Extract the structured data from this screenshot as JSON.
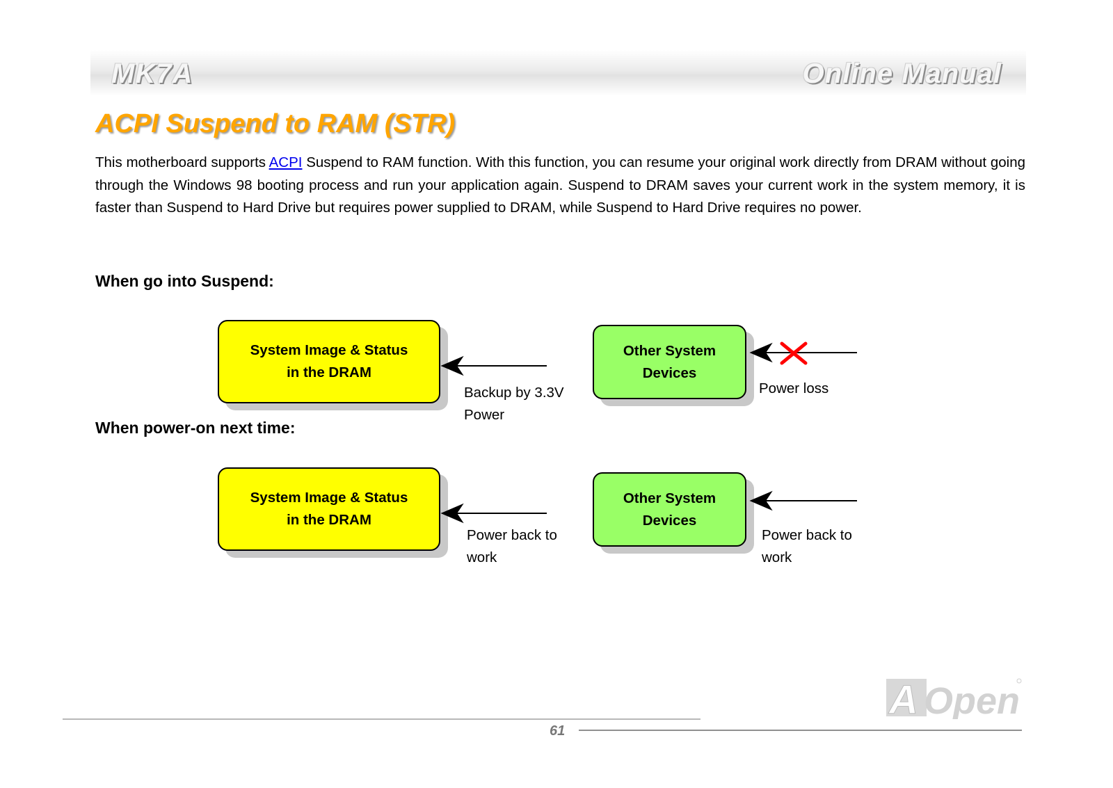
{
  "header": {
    "left_brand": "MK7A",
    "right_brand": "Online Manual"
  },
  "title": "ACPI Suspend to RAM (STR)",
  "intro": {
    "before_link": "This motherboard supports ",
    "link_text": "ACPI",
    "after_link": " Suspend to RAM function. With this function, you can resume your original work directly from DRAM without going through the Windows 98 booting process and run your application again. Suspend to DRAM saves your current work in the system memory, it is faster than Suspend to Hard Drive but requires power supplied to DRAM, while Suspend to Hard Drive requires no power."
  },
  "suspend": {
    "heading": "When go into Suspend:",
    "dram_box": {
      "line1": "System Image & Status",
      "line2": "in the DRAM"
    },
    "dram_caption": {
      "line1": "Backup by 3.3V",
      "line2": "Power"
    },
    "devices_box": {
      "line1": "Other System",
      "line2": "Devices"
    },
    "devices_caption": "Power loss"
  },
  "poweron": {
    "heading": "When power-on next time:",
    "dram_box": {
      "line1": "System Image & Status",
      "line2": "in the DRAM"
    },
    "dram_caption": {
      "line1": "Power back to",
      "line2": "work"
    },
    "devices_box": {
      "line1": "Other System",
      "line2": "Devices"
    },
    "devices_caption": {
      "line1": "Power back to",
      "line2": "work"
    }
  },
  "footer": {
    "page_number": "61",
    "logo_text": "AOpen"
  },
  "colors": {
    "title": "#ffa500",
    "dram_box": "#ffff00",
    "devices_box": "#99ff66",
    "cross": "#ff0000",
    "link": "#0000ee"
  }
}
